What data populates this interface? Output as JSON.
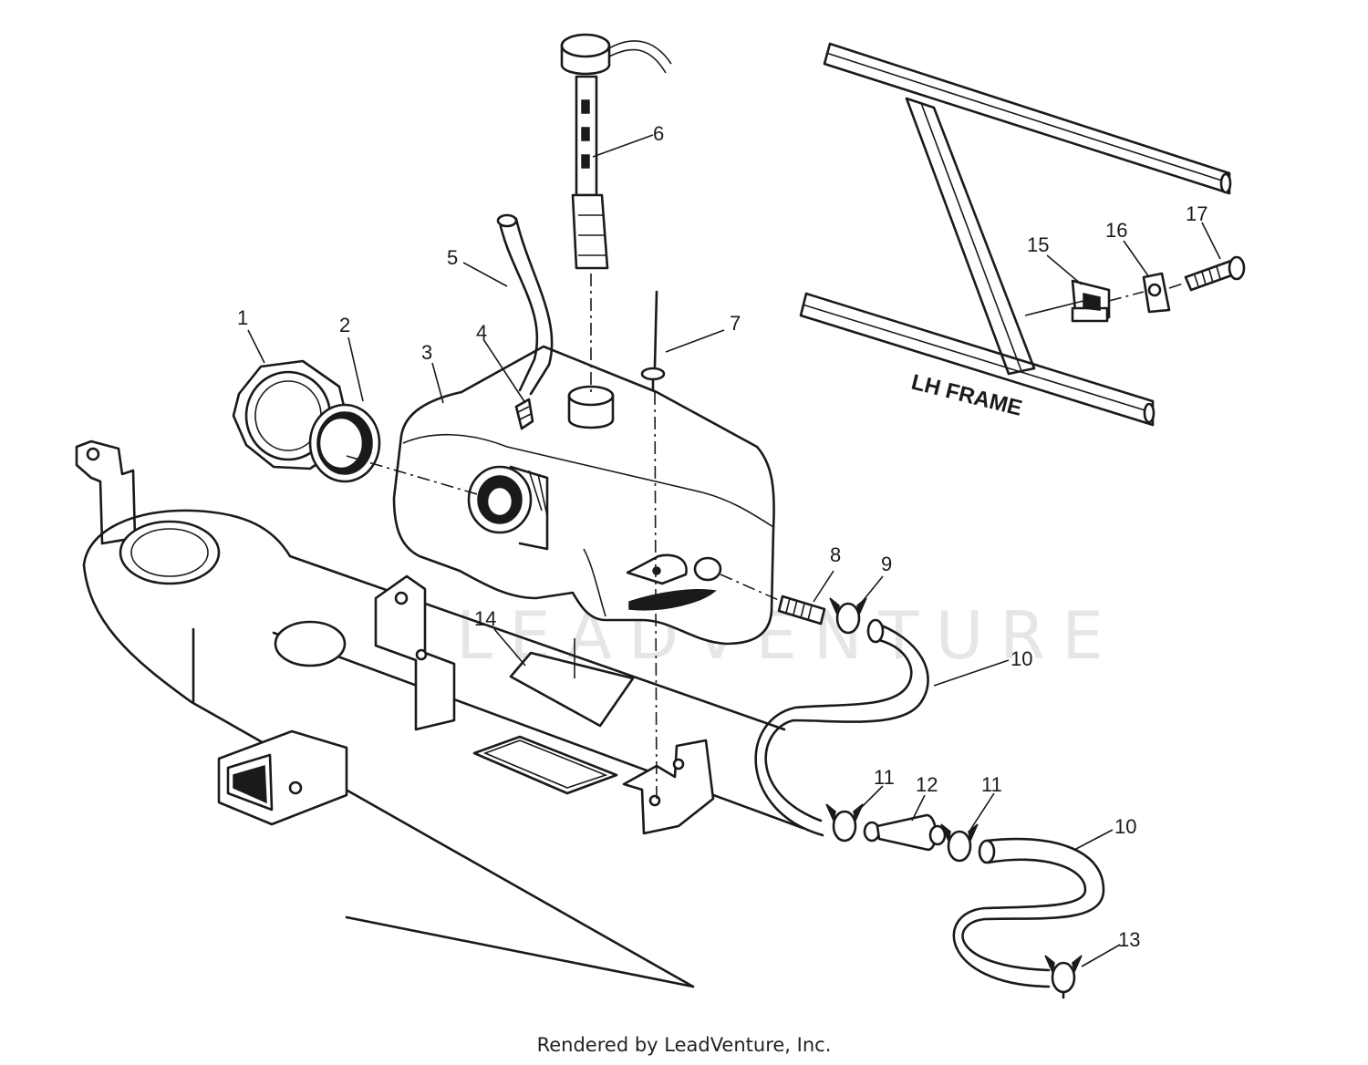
{
  "watermark": "LEADVENTURE",
  "frame_label": "LH FRAME",
  "credit": "Rendered by LeadVenture, Inc.",
  "callouts": {
    "c1": "1",
    "c2": "2",
    "c3": "3",
    "c4": "4",
    "c5": "5",
    "c6": "6",
    "c7": "7",
    "c8": "8",
    "c9": "9",
    "c10a": "10",
    "c10b": "10",
    "c11a": "11",
    "c11b": "11",
    "c12": "12",
    "c13": "13",
    "c14": "14",
    "c15": "15",
    "c16": "16",
    "c17": "17"
  }
}
